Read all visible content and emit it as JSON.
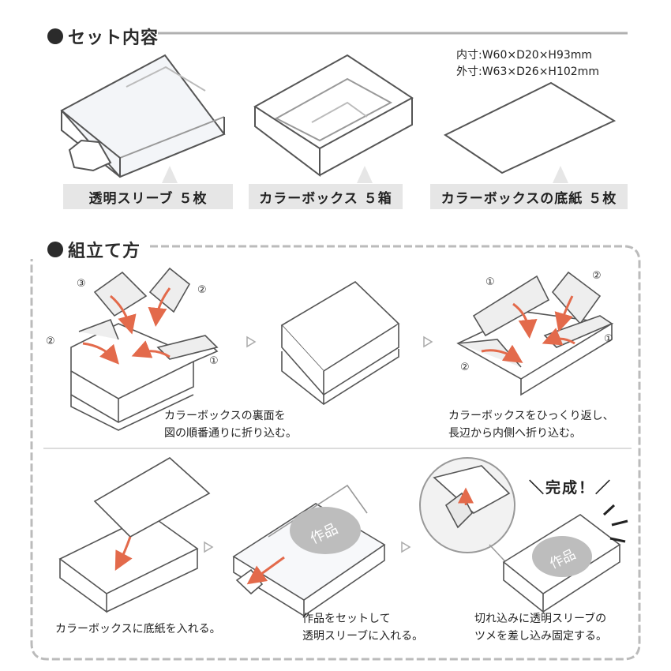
{
  "sections": {
    "set_contents": "セット内容",
    "assembly": "組立て方"
  },
  "dimensions": {
    "inner": "内寸:W60×D20×H93mm",
    "outer": "外寸:W63×D26×H102mm"
  },
  "items": [
    {
      "label": "透明スリーブ ５枚"
    },
    {
      "label": "カラーボックス ５箱"
    },
    {
      "label": "カラーボックスの底紙 ５枚"
    }
  ],
  "steps": {
    "step1_caption": [
      "カラーボックスの裏面を",
      "図の順番通りに折り込む。"
    ],
    "step2_caption": [
      "カラーボックスをひっくり返し、",
      "長辺から内側へ折り込む。"
    ],
    "step3_caption": [
      "カラーボックスに底紙を入れる。"
    ],
    "step4_caption": [
      "作品をセットして",
      "透明スリーブに入れる。"
    ],
    "step5_caption": [
      "切れ込みに透明スリーブの",
      "ツメを差し込み固定する。"
    ]
  },
  "fold_numbers": {
    "a1": "③",
    "a2": "②",
    "a3": "②",
    "a4": "①",
    "b1": "①",
    "b2": "②",
    "b3": "①",
    "b4": "②"
  },
  "artwork_label": "作品",
  "complete_label": "＼完成！／",
  "colors": {
    "accent": "#e36a4b",
    "label_bg": "#e6e6e6",
    "line": "#555555",
    "dashed_border": "#bbbbbb"
  }
}
